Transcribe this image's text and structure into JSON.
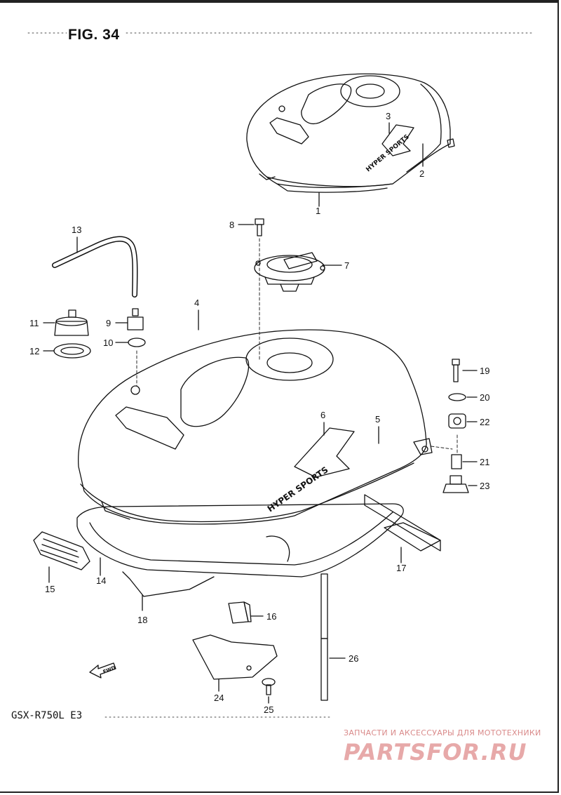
{
  "figure": {
    "title": "FIG. 34",
    "model": "GSX-R750L  E3",
    "fwd_label": "FWD"
  },
  "watermark": {
    "tagline": "ЗАПЧАСТИ И АКСЕССУАРЫ ДЛЯ МОТОТЕХНИКИ",
    "logo": "PARTSFOR.RU"
  },
  "decals": {
    "top_tank": "HYPER SPORTS",
    "main_tank": "HYPER SPORTS"
  },
  "part_labels": [
    "1",
    "2",
    "3",
    "4",
    "5",
    "6",
    "7",
    "8",
    "9",
    "10",
    "11",
    "12",
    "13",
    "14",
    "15",
    "16",
    "17",
    "18",
    "19",
    "20",
    "21",
    "22",
    "23",
    "24",
    "25",
    "26"
  ]
}
